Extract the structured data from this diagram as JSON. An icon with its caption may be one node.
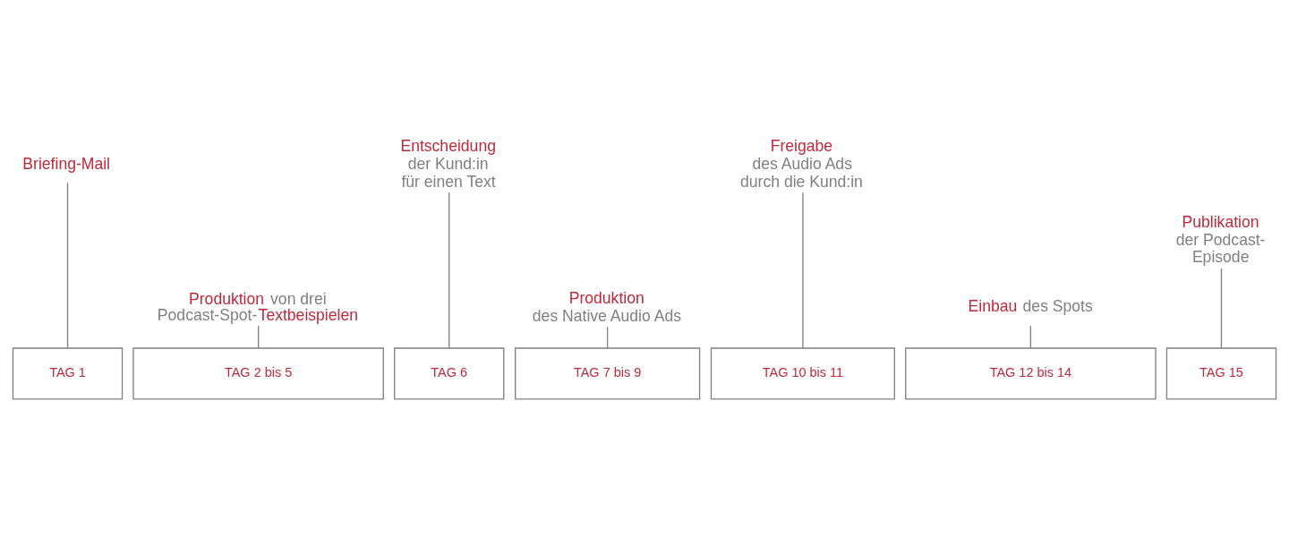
{
  "diagram": {
    "nodes": [
      {
        "text": [
          "Briefing-Mail"
        ]
      },
      {
        "text": [
          "TAG 1"
        ]
      },
      {
        "text": [
          "Produktion von drei Podcast-Spot-Textbeispielen"
        ]
      },
      {
        "text": [
          "TAG 2 bis 5"
        ]
      },
      {
        "text": [
          "Entscheidung",
          "der Kund:in für einen Text"
        ]
      },
      {
        "text": [
          "TAG 6"
        ]
      },
      {
        "text": [
          "Produktion",
          "des Native Audio Ads"
        ]
      },
      {
        "text": [
          "TAG 7 bis 9"
        ]
      },
      {
        "text": [
          "Freigabe",
          "des Audio Ads durch die Kund:in"
        ]
      },
      {
        "text": [
          "TAG 10 bis 11"
        ]
      },
      {
        "text": [
          "Einbau des Spots"
        ]
      },
      {
        "text": [
          "TAG 12 bis 14"
        ]
      },
      {
        "text": [
          "Publikation",
          "der Podcast- Episode"
        ]
      },
      {
        "text": [
          "TAG 15"
        ]
      }
    ],
    "edges": [
      {
        "from": 0,
        "to": 1,
        "arrow": "none"
      },
      {
        "from": 2,
        "to": 3,
        "arrow": "none"
      },
      {
        "from": 4,
        "to": 5,
        "arrow": "none"
      },
      {
        "from": 6,
        "to": 7,
        "arrow": "none"
      },
      {
        "from": 8,
        "to": 9,
        "arrow": "none"
      },
      {
        "from": 10,
        "to": 11,
        "arrow": "none"
      },
      {
        "from": 12,
        "to": 13,
        "arrow": "none"
      }
    ]
  }
}
